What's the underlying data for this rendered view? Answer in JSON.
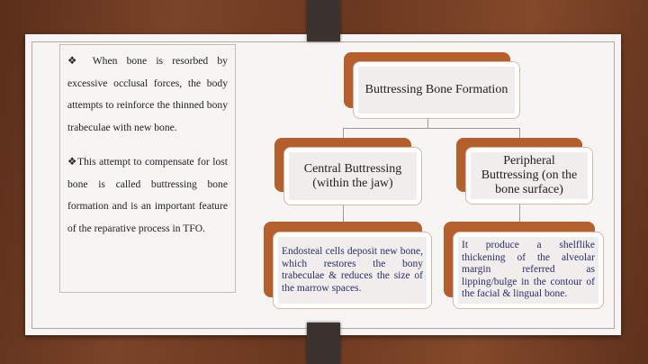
{
  "left_text": {
    "bullet_icon": "diamond-bullet",
    "paragraphs": [
      "When bone is resorbed by excessive occlusal forces, the body attempts to reinforce the thinned bony trabeculae with new bone.",
      "This attempt to compensate for lost bone is called buttressing bone formation and is an important feature of the reparative process in TFO."
    ]
  },
  "diagram": {
    "root": "Buttressing Bone Formation",
    "branches": [
      {
        "title": "Central Buttressing (within the jaw)",
        "detail": "Endosteal cells deposit new bone, which restores the bony trabeculae & reduces the size of the marrow spaces."
      },
      {
        "title": "Peripheral Buttressing (on the bone surface)",
        "detail": "It produce a shelflike thickening of the alveolar margin referred as lipping/bulge in the contour of the facial & lingual bone."
      }
    ]
  },
  "colors": {
    "accent": "#b5602c",
    "background": "#6a3820"
  }
}
